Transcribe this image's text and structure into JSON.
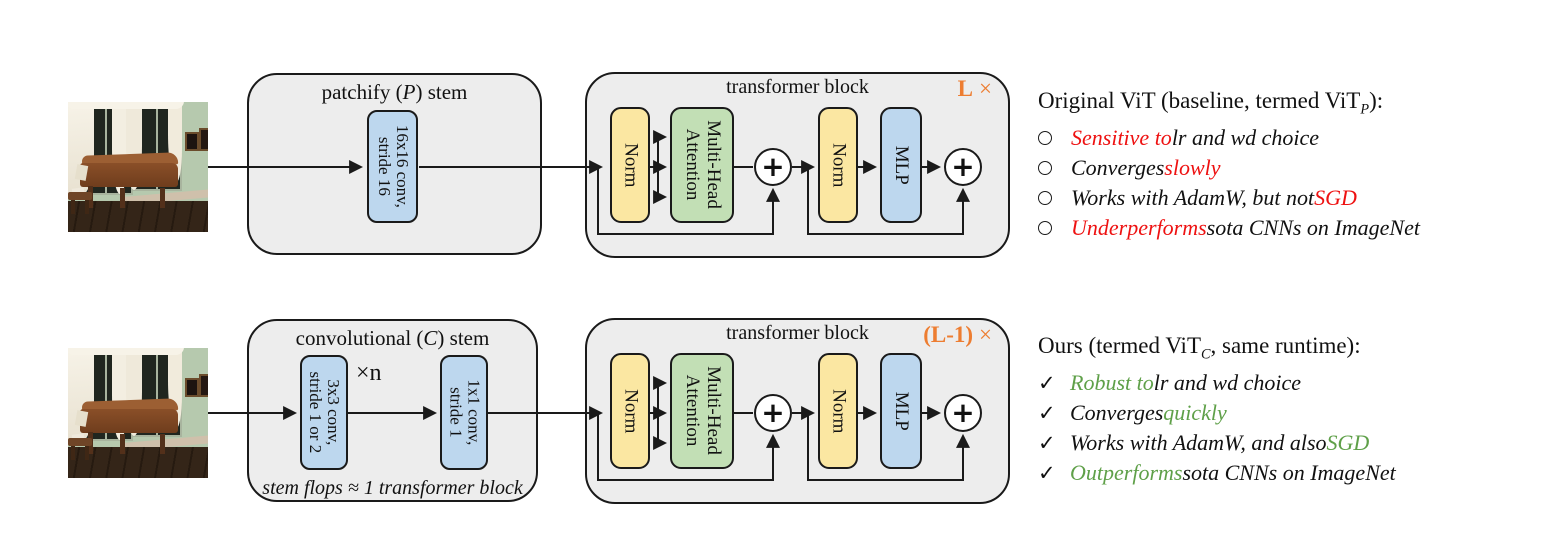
{
  "figure": {
    "colors": {
      "red": "#ee1111",
      "green": "#5fa049",
      "orange": "#ed7d31",
      "panel_grey": "#ededed",
      "norm_yellow": "#fbe7a2",
      "attention_green": "#c2dfb5",
      "mlp_blue": "#bdd7ee"
    },
    "rows": [
      {
        "input_image": "room-interior-grand-piano-photo",
        "stem": {
          "title_pre": "patchify (",
          "title_var": "P",
          "title_post": ") stem",
          "conv1_line1": "16x16 conv,",
          "conv1_line2": "stride 16"
        },
        "transformer": {
          "title": "transformer block",
          "repeat_count": "L",
          "times": "×",
          "norm1": "Norm",
          "mha_line1": "Multi-Head",
          "mha_line2": "Attention",
          "plus": "+",
          "norm2": "Norm",
          "mlp": "MLP"
        },
        "notes": {
          "header_pre": "Original ViT (baseline, termed ViT",
          "header_sub": "P",
          "header_post": "):",
          "items": [
            {
              "segments": [
                {
                  "text": "Sensitive to ",
                  "emph": true
                },
                {
                  "text": "lr and wd choice",
                  "emph": false
                }
              ]
            },
            {
              "segments": [
                {
                  "text": "Converges ",
                  "emph": false
                },
                {
                  "text": "slowly",
                  "emph": true
                }
              ]
            },
            {
              "segments": [
                {
                  "text": "Works with AdamW, but not ",
                  "emph": false
                },
                {
                  "text": "SGD",
                  "emph": true
                }
              ]
            },
            {
              "segments": [
                {
                  "text": "Underperforms",
                  "emph": true
                },
                {
                  "text": " sota CNNs on ImageNet",
                  "emph": false
                }
              ]
            }
          ]
        }
      },
      {
        "input_image": "room-interior-grand-piano-photo",
        "stem": {
          "title_pre": "convolutional (",
          "title_var": "C",
          "title_post": ") stem",
          "repeat_label": "×n",
          "conv1_line1": "3x3 conv,",
          "conv1_line2": "stride 1 or 2",
          "conv2_line1": "1x1 conv,",
          "conv2_line2": "stride 1",
          "note": "stem flops ≈ 1 transformer block"
        },
        "transformer": {
          "title": "transformer block",
          "repeat_count": "(L-1)",
          "times": "×",
          "norm1": "Norm",
          "mha_line1": "Multi-Head",
          "mha_line2": "Attention",
          "plus": "+",
          "norm2": "Norm",
          "mlp": "MLP"
        },
        "notes": {
          "header_pre": "Ours (termed ViT",
          "header_sub": "C",
          "header_post": ", same runtime):",
          "check_glyph": "✓",
          "items": [
            {
              "segments": [
                {
                  "text": "Robust to ",
                  "emph": true
                },
                {
                  "text": "lr and wd choice",
                  "emph": false
                }
              ]
            },
            {
              "segments": [
                {
                  "text": "Converges ",
                  "emph": false
                },
                {
                  "text": "quickly",
                  "emph": true
                }
              ]
            },
            {
              "segments": [
                {
                  "text": "Works with AdamW, and also ",
                  "emph": false
                },
                {
                  "text": "SGD",
                  "emph": true
                }
              ]
            },
            {
              "segments": [
                {
                  "text": "Outperforms",
                  "emph": true
                },
                {
                  "text": " sota CNNs on ImageNet",
                  "emph": false
                }
              ]
            }
          ]
        }
      }
    ]
  }
}
